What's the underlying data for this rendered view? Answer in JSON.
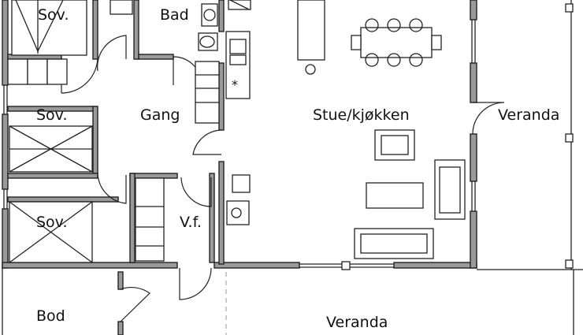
{
  "rooms": {
    "sov_top": "Sov.",
    "bad": "Bad",
    "gang": "Gang",
    "sov_mid": "Sov.",
    "sov_bottom": "Sov.",
    "vf": "V.f.",
    "stue": "Stue/kjøkken",
    "veranda_right": "Veranda",
    "bod": "Bod",
    "veranda_bottom": "Veranda"
  },
  "symbols": {
    "stove_mark": "*"
  }
}
